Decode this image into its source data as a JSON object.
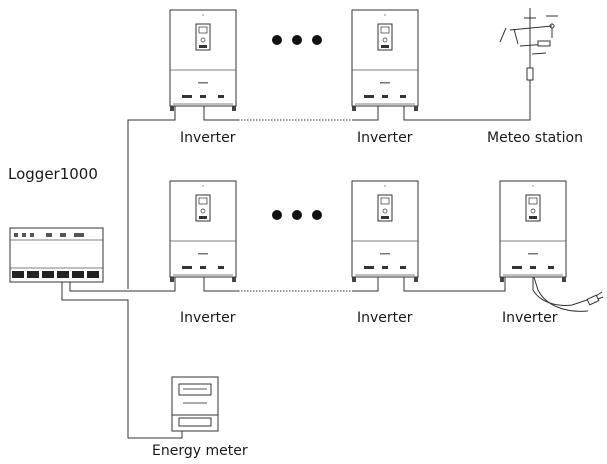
{
  "diagram": {
    "logger_label": "Logger1000",
    "rows": [
      {
        "devices": [
          {
            "label": "Inverter",
            "icon": "inverter-icon"
          },
          {
            "label": "Inverter",
            "icon": "inverter-icon"
          },
          {
            "label": "Meteo station",
            "icon": "weather-station-icon"
          }
        ]
      },
      {
        "devices": [
          {
            "label": "Inverter",
            "icon": "inverter-icon"
          },
          {
            "label": "Inverter",
            "icon": "inverter-icon"
          },
          {
            "label": "Inverter",
            "icon": "inverter-icon"
          }
        ]
      }
    ],
    "energy_meter_label": "Energy meter"
  }
}
